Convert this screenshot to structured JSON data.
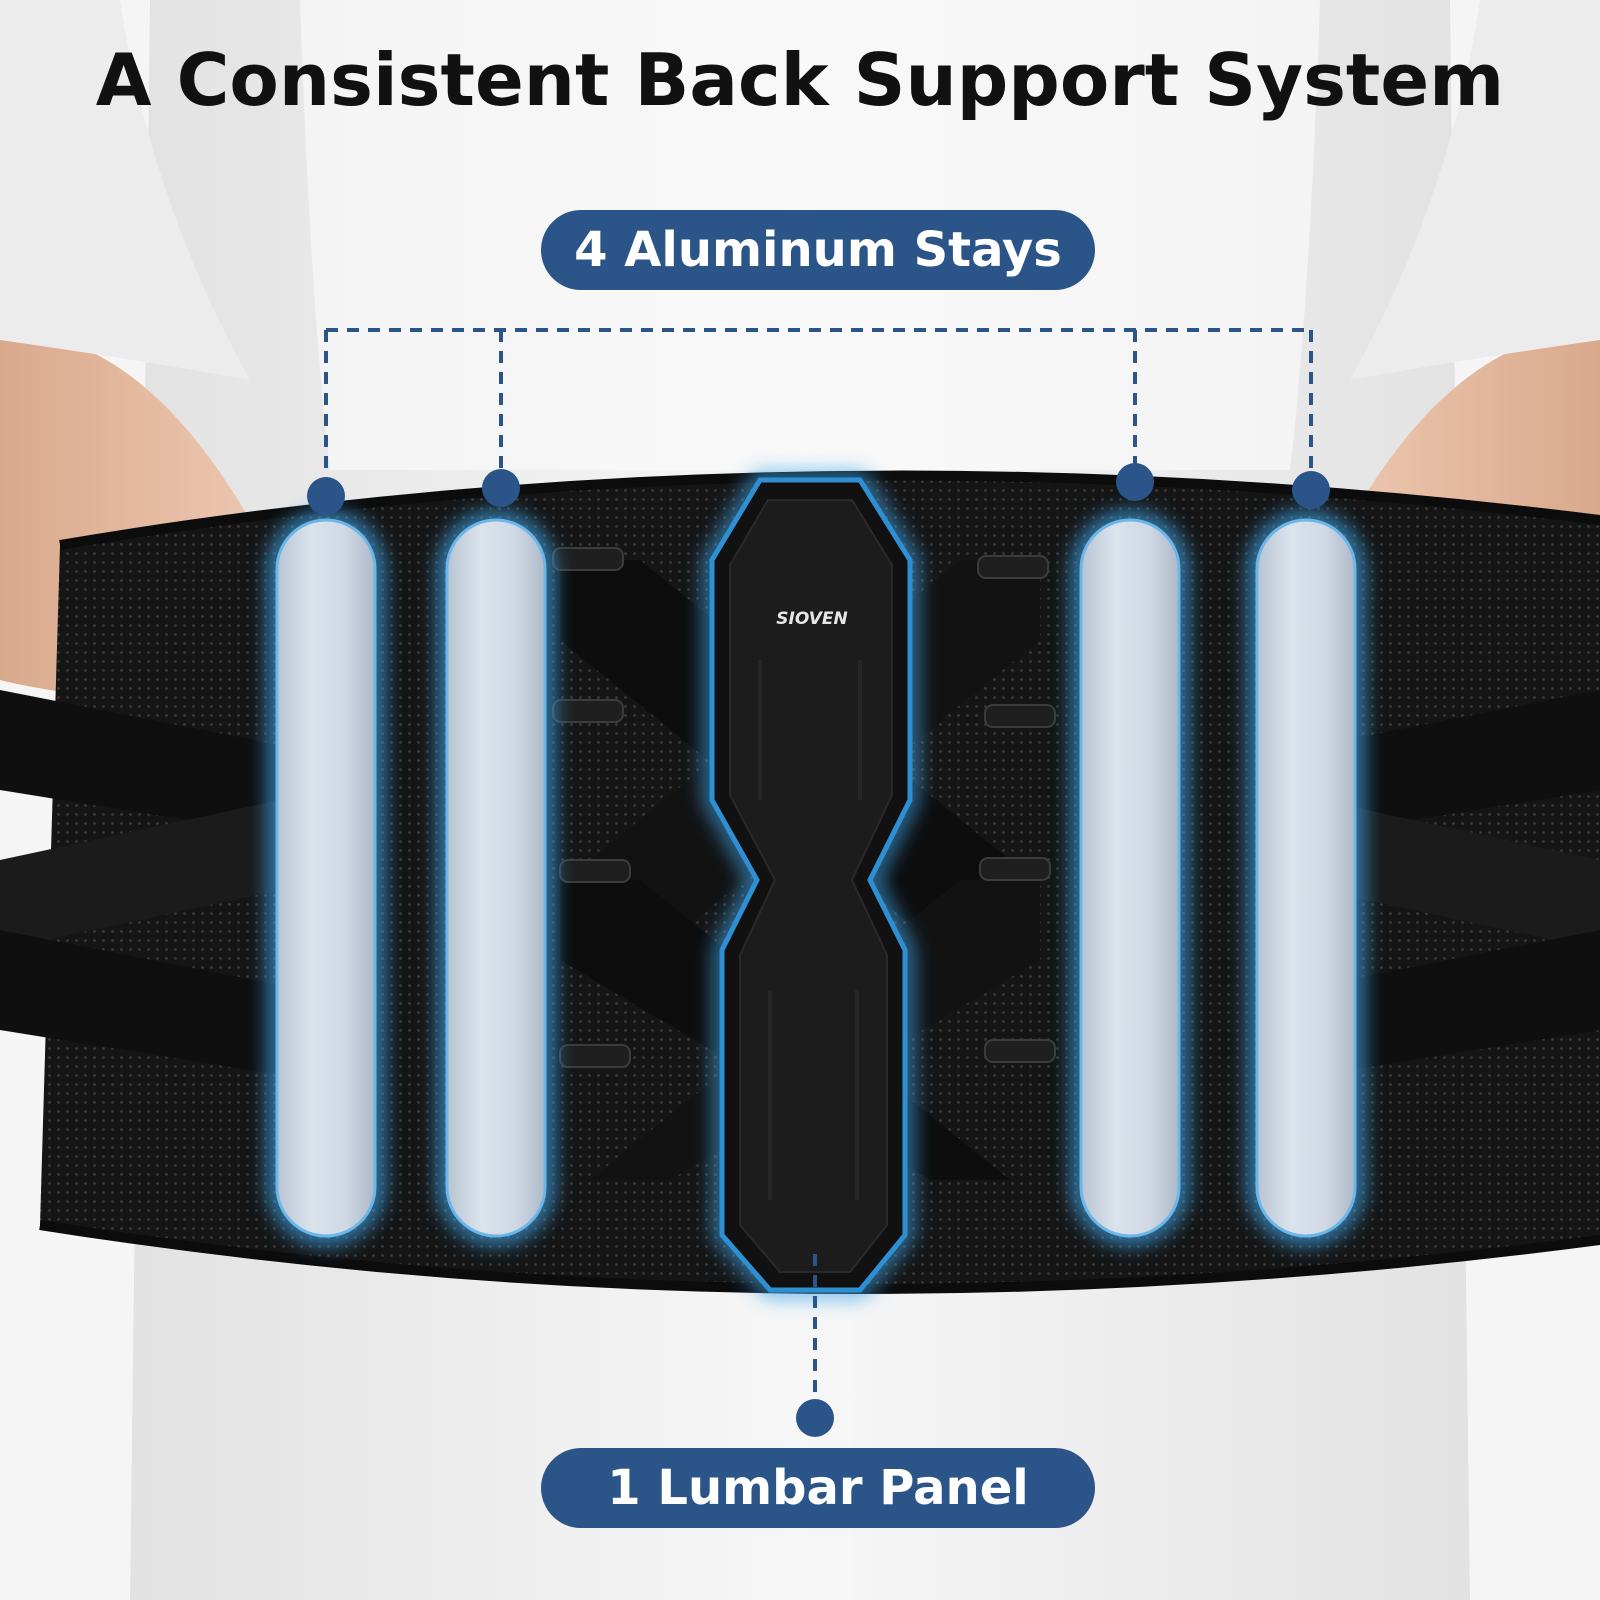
{
  "headline": "A Consistent Back Support System",
  "callouts": {
    "stays_label": "4 Aluminum Stays",
    "panel_label": "1 Lumbar Panel"
  },
  "brand_text": "SIOVEN",
  "colors": {
    "accent": "#2b5589",
    "stay_fill": "#cfd8e4",
    "glow": "#3ea3e6",
    "belt": "#161616",
    "shirt": "#f2f2f2",
    "skin": "#e7bfa6"
  }
}
